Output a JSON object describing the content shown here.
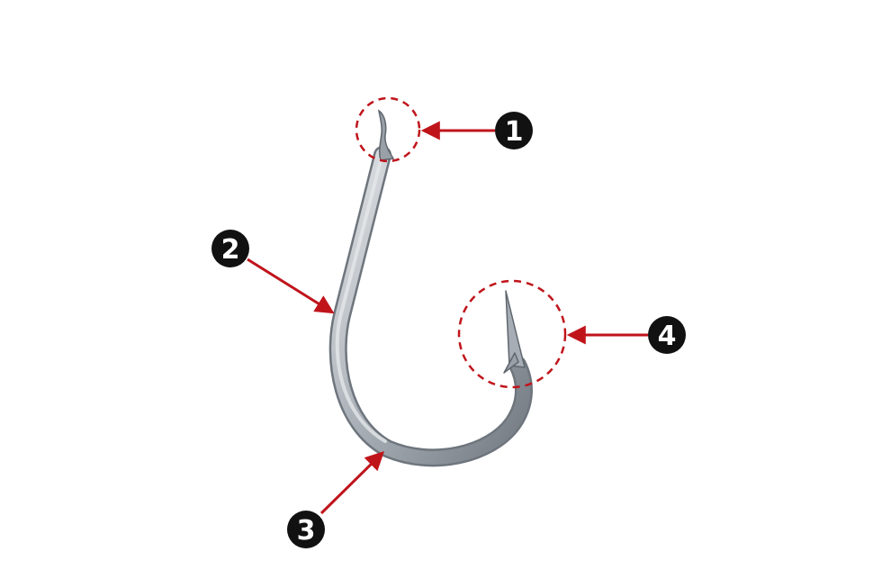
{
  "colors": {
    "background": "#ffffff",
    "arrow": "#c0141b",
    "circle": "#c0141b",
    "marker_fill": "#111111",
    "marker_text": "#ffffff",
    "hook_light": "#d9dce0",
    "hook_mid": "#a7adb4",
    "hook_dark": "#6e757d"
  },
  "markers": [
    {
      "id": "1",
      "label": "1"
    },
    {
      "id": "2",
      "label": "2"
    },
    {
      "id": "3",
      "label": "3"
    },
    {
      "id": "4",
      "label": "4"
    }
  ]
}
